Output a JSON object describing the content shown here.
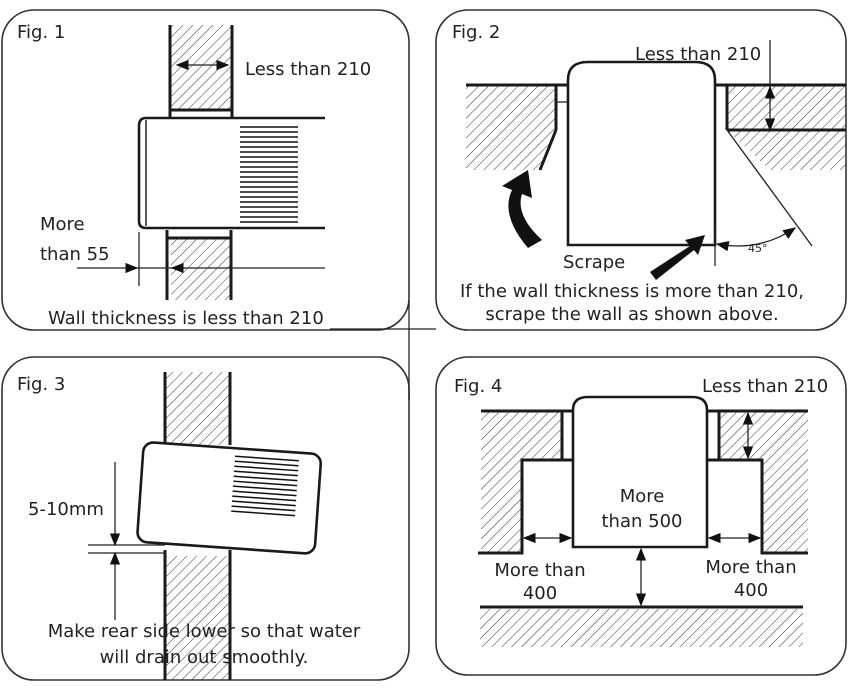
{
  "fig1": {
    "label": "Fig. 1",
    "dim_top": "Less than 210",
    "dim_left_1": "More",
    "dim_left_2": "than 55",
    "caption": "Wall thickness is less than 210"
  },
  "fig2": {
    "label": "Fig. 2",
    "dim_top": "Less than 210",
    "scrape": "Scrape",
    "angle": "45°",
    "caption_1": "If the wall thickness is more than 210,",
    "caption_2": "scrape the wall as shown above."
  },
  "fig3": {
    "label": "Fig. 3",
    "dim": "5-10mm",
    "caption_1": "Make rear side lower so that water",
    "caption_2": "will drain out smoothly."
  },
  "fig4": {
    "label": "Fig. 4",
    "dim_top": "Less than 210",
    "center_1": "More",
    "center_2": "than 500",
    "left_1": "More than",
    "left_2": "400",
    "right_1": "More than",
    "right_2": "400"
  }
}
